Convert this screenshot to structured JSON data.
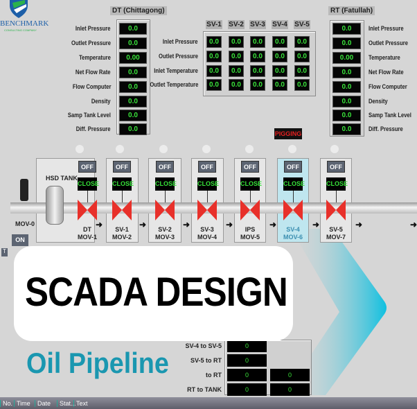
{
  "logo": {
    "name": "BENCHMARK",
    "sub": "CONSULTING COMPANY"
  },
  "dt": {
    "title": "DT (Chittagong)",
    "rows": [
      {
        "label": "Inlet Pressure",
        "value": "0.0"
      },
      {
        "label": "Outlet Pressure",
        "value": "0.0"
      },
      {
        "label": "Temperature",
        "value": "0.00"
      },
      {
        "label": "Net Flow Rate",
        "value": "0.0"
      },
      {
        "label": "Flow Computer",
        "value": "0.0"
      },
      {
        "label": "Density",
        "value": "0.0"
      },
      {
        "label": "Samp Tank Level",
        "value": "0.0"
      },
      {
        "label": "Diff. Pressure",
        "value": "0.0"
      }
    ]
  },
  "sv": {
    "headers": [
      "SV-1",
      "SV-2",
      "SV-3",
      "SV-4",
      "SV-5"
    ],
    "rows": [
      {
        "label": "Inlet Pressure",
        "values": [
          "0.0",
          "0.0",
          "0.0",
          "0.0",
          "0.0"
        ]
      },
      {
        "label": "Outlet Pressure",
        "values": [
          "0.0",
          "0.0",
          "0.0",
          "0.0",
          "0.0"
        ]
      },
      {
        "label": "Inlet Temperature",
        "values": [
          "0.0",
          "0.0",
          "0.0",
          "0.0",
          "0.0"
        ]
      },
      {
        "label": "Outlet Temperature",
        "values": [
          "0.0",
          "0.0",
          "0.0",
          "0.0",
          "0.0"
        ]
      }
    ]
  },
  "rt": {
    "title": "RT (Fatullah)",
    "rows": [
      {
        "label": "Inlet Pressure",
        "value": "0.0"
      },
      {
        "label": "Outlet Pressure",
        "value": "0.0"
      },
      {
        "label": "Temperature",
        "value": "0.00"
      },
      {
        "label": "Net Flow Rate",
        "value": "0.0"
      },
      {
        "label": "Flow Computer",
        "value": "0.0"
      },
      {
        "label": "Density",
        "value": "0.0"
      },
      {
        "label": "Samp Tank Level",
        "value": "0.0"
      },
      {
        "label": "Diff. Pressure",
        "value": "0.0"
      }
    ]
  },
  "pigging": "PIGGING",
  "mov0": {
    "label": "MOV-0",
    "on": "ON",
    "t": "T"
  },
  "tank": "HSD TANK",
  "stations": [
    {
      "off": "OFF",
      "close": "CLOSE",
      "l1": "DT",
      "l2": "MOV-1"
    },
    {
      "off": "OFF",
      "close": "CLOSE",
      "l1": "SV-1",
      "l2": "MOV-2"
    },
    {
      "off": "OFF",
      "close": "CLOSE",
      "l1": "SV-2",
      "l2": "MOV-3"
    },
    {
      "off": "OFF",
      "close": "CLOSE",
      "l1": "SV-3",
      "l2": "MOV-4"
    },
    {
      "off": "OFF",
      "close": "CLOSE",
      "l1": "IPS",
      "l2": "MOV-5"
    },
    {
      "off": "OFF",
      "close": "CLOSE",
      "l1": "SV-4",
      "l2": "MOV-6"
    },
    {
      "off": "OFF",
      "close": "CLOSE",
      "l1": "SV-5",
      "l2": "MOV-7"
    }
  ],
  "banner": {
    "title": "SCADA DESIGN",
    "subtitle": "Oil Pipeline"
  },
  "segments": [
    {
      "label": "SV-4 to SV-5",
      "a": "0"
    },
    {
      "label": "SV-5 to RT",
      "a": "0"
    },
    {
      "label": "to RT",
      "a": "0",
      "b": "0"
    },
    {
      "label": "RT to TANK",
      "a": "0",
      "b": "0"
    }
  ],
  "alarm_columns": [
    "No.",
    "Time",
    "Date",
    "Stat...",
    "Text"
  ],
  "colors": {
    "accent": "#1a97b0",
    "valve": "#e8302a",
    "display_text": "#39e23a"
  }
}
